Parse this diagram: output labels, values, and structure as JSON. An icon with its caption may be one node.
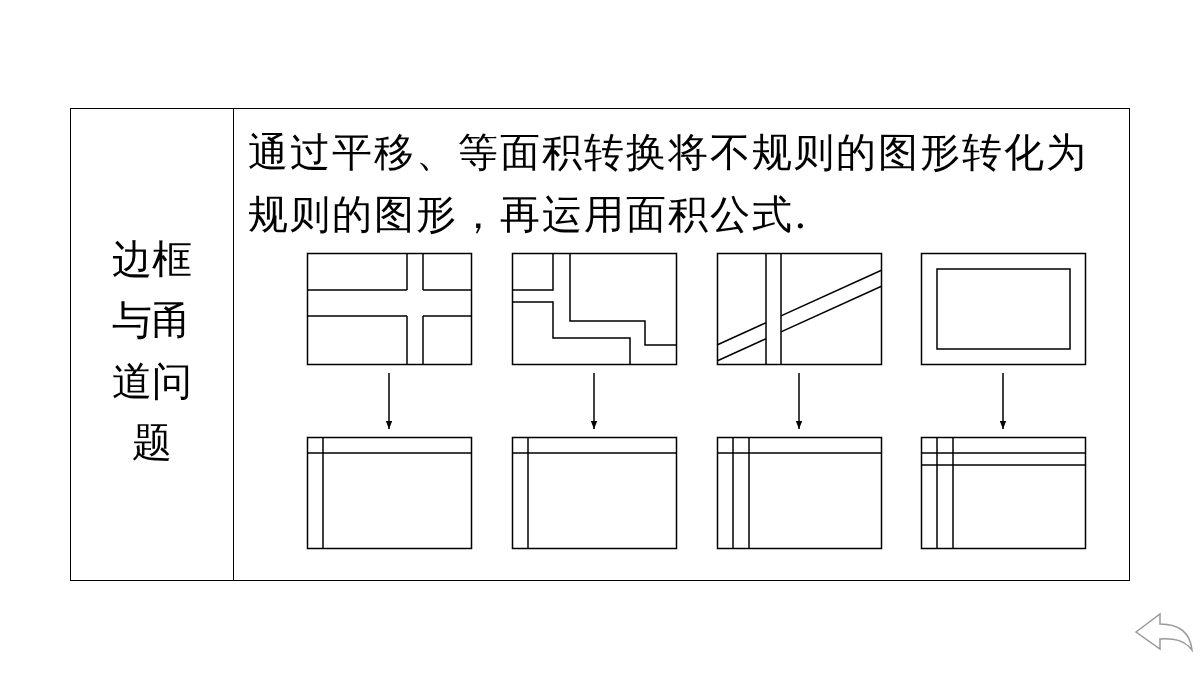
{
  "diagram": {
    "nodes": [
      {
        "text": [
          "边框与甬道问题"
        ]
      },
      {
        "text": [
          "通过平移、等面积转换将不规则的图形转化为规则的图形，再运用面积公式."
        ]
      },
      {
        "text": [],
        "shape": "box",
        "in": 1
      },
      {
        "text": [],
        "shape": "box",
        "in": 1
      },
      {
        "text": [],
        "shape": "box",
        "in": 1
      },
      {
        "text": [],
        "shape": "box",
        "in": 1
      },
      {
        "text": [],
        "shape": "box",
        "in": 1
      },
      {
        "text": [],
        "shape": "box",
        "in": 1
      },
      {
        "text": [],
        "shape": "box",
        "in": 1
      },
      {
        "text": [],
        "shape": "box",
        "in": 1
      }
    ],
    "edges": [
      {
        "from": 2,
        "to": 6,
        "arrow": "to"
      },
      {
        "from": 3,
        "to": 7,
        "arrow": "to"
      },
      {
        "from": 4,
        "to": 8,
        "arrow": "to"
      },
      {
        "from": 5,
        "to": 9,
        "arrow": "to"
      }
    ]
  }
}
